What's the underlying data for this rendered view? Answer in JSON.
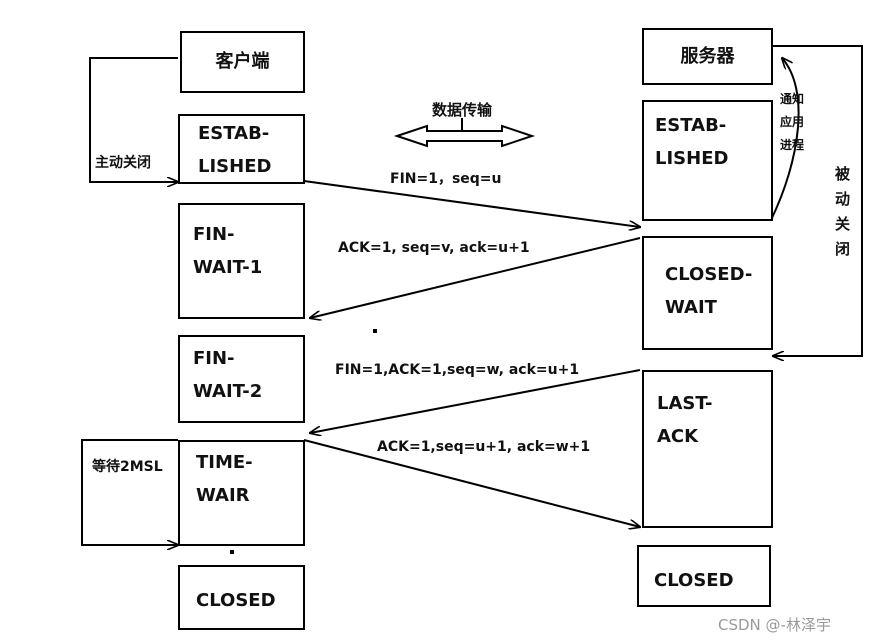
{
  "client": {
    "title": "客户端",
    "established": "ESTAB-\nLISHED",
    "fin_wait_1": "FIN-\nWAIT-1",
    "fin_wait_2": "FIN-\nWAIT-2",
    "time_wait": "TIME-\nWAIR",
    "closed": "CLOSED"
  },
  "server": {
    "title": "服务器",
    "established": "ESTAB-\nLISHED",
    "close_wait": "CLOSED-\nWAIT",
    "last_ack": "LAST-\nACK",
    "closed": "CLOSED"
  },
  "labels": {
    "data_transfer": "数据传输",
    "active_close": "主动关闭",
    "passive_close": "被\n动\n关\n闭",
    "notify_app": "通知\n应用\n进程",
    "wait_2msl": "等待2MSL"
  },
  "messages": {
    "fin1": "FIN=1，seq=u",
    "ack1": "ACK=1, seq=v, ack=u+1",
    "fin2": "FIN=1,ACK=1,seq=w, ack=u+1",
    "ack2": "ACK=1,seq=u+1, ack=w+1"
  },
  "watermark": "CSDN @-林泽宇"
}
